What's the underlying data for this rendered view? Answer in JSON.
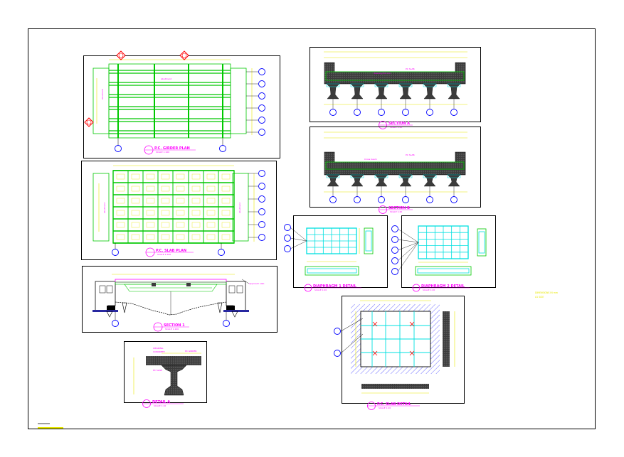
{
  "drawing": {
    "colors": {
      "frame": "#000000",
      "beam": "#00c800",
      "dimension": "#e8e800",
      "text": "#ff00ff",
      "grid_bubble": "#0000ff",
      "concrete": "#3c3c3c",
      "rebar": "#00e0e0",
      "hatch": "#6b6bff"
    },
    "views": {
      "ground_plan": {
        "title": "P.C. GIRDER PLAN",
        "scale": "SCALE 1:100",
        "note_left": "Abutment",
        "note_right": "Abutment"
      },
      "slab_plan": {
        "title": "P.C. SLAB PLAN",
        "scale": "SCALE 1:100",
        "note_left": "Abutment",
        "note_right": "Abutment"
      },
      "section_1": {
        "title": "SECTION 1",
        "scale": "SCALE 1:100",
        "callout": "Approach slab"
      },
      "section_a": {
        "title": "SECTION A",
        "scale": "SCALE 1:20"
      },
      "section_b": {
        "title": "SECTION B",
        "scale": "SCALE 1:20"
      },
      "detail_a": {
        "title": "DETAIL A",
        "scale": "SCALE 1:10",
        "labels": [
          "WEARING",
          "CONCRETE",
          "PC SLAB",
          "PC GIRDER"
        ]
      },
      "diaphragm_1": {
        "title": "DIAPHRAGM 1 DETAIL",
        "scale": "SCALE 1:20"
      },
      "diaphragm_2": {
        "title": "DIAPHRAGM 2 DETAIL",
        "scale": "SCALE 1:20"
      },
      "slab_detail": {
        "title": "P.C. SLAB DETAIL",
        "scale": "SCALE 1:20"
      },
      "general_note": {
        "line1": "DIMENSIONS IN mm",
        "line2": "A1 SIZE"
      }
    }
  }
}
